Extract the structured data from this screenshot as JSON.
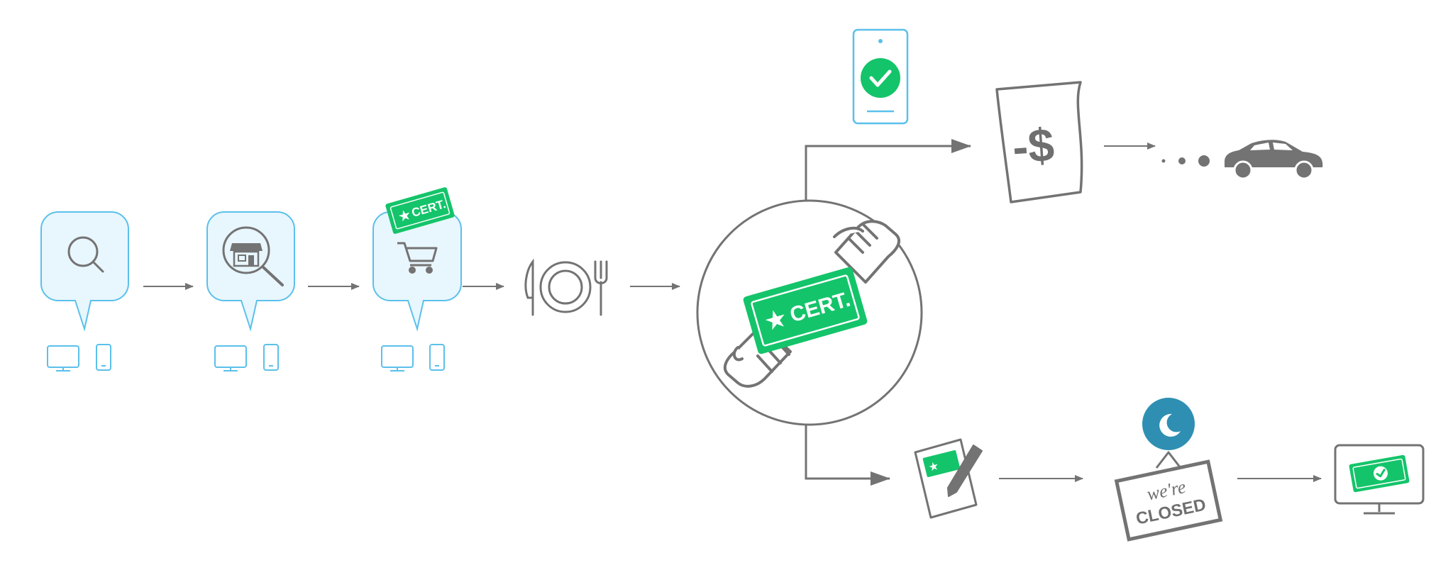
{
  "colors": {
    "blue_stroke": "#5bc0eb",
    "blue_fill": "#e8f6fd",
    "gray": "#737373",
    "green": "#14c46a",
    "moon_bg": "#2e8fb3"
  },
  "labels": {
    "cert_small": "CERT.",
    "cert_big": "CERT.",
    "money": "-$",
    "sign_line1": "we're",
    "sign_line2": "CLOSED"
  },
  "icons": [
    "search-icon",
    "store-search-icon",
    "shopping-cart-icon",
    "desktop-icon",
    "phone-icon",
    "plate-utensils-icon",
    "gift-certificate-icon",
    "hand-icon",
    "phone-check-icon",
    "receipt-icon",
    "car-icon",
    "notepad-pen-icon",
    "moon-icon",
    "closed-sign-icon",
    "monitor-certificate-icon"
  ]
}
